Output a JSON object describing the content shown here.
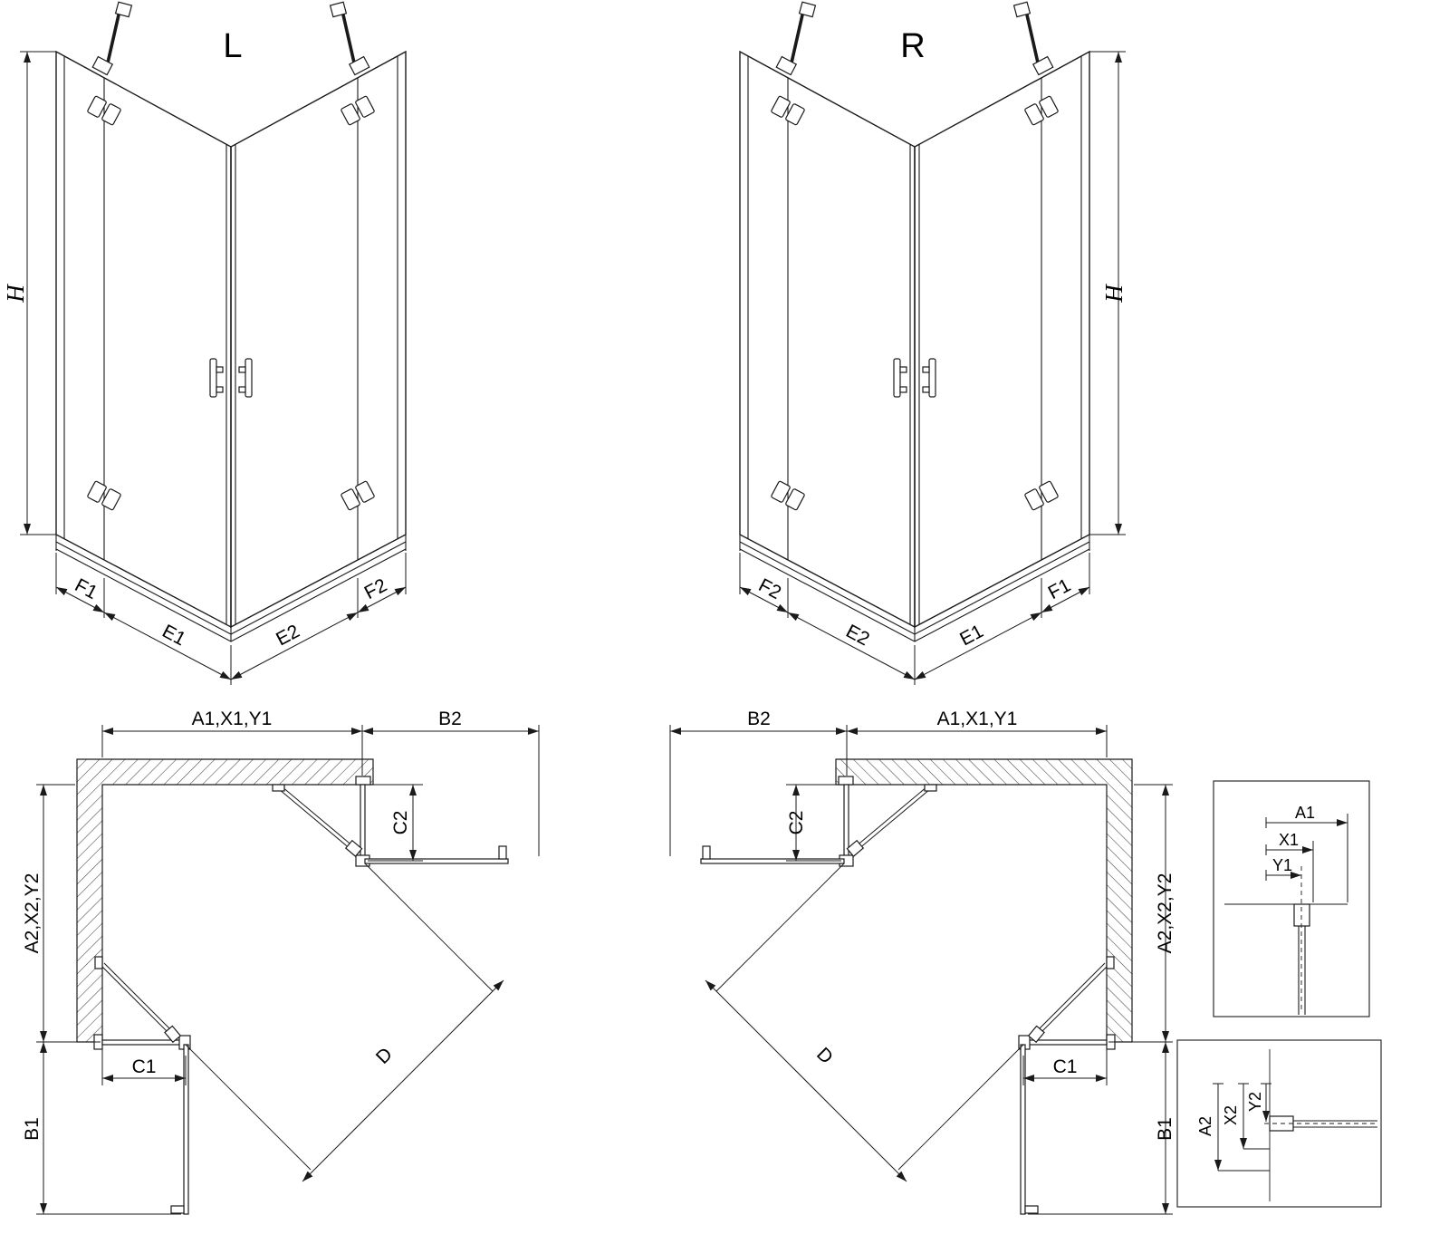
{
  "units": {
    "left": {
      "label": "L",
      "h": "H",
      "f1": "F1",
      "e1": "E1",
      "e2": "E2",
      "f2": "F2"
    },
    "right": {
      "label": "R",
      "h": "H",
      "f1": "F1",
      "e1": "E1",
      "e2": "E2",
      "f2": "F2"
    }
  },
  "plans": {
    "left": {
      "width_top": "A1,X1,Y1",
      "door_top": "B2",
      "fixed_top": "C2",
      "depth_side": "A2,X2,Y2",
      "fixed_side": "C1",
      "door_side": "B1",
      "diagonal": "D"
    },
    "right": {
      "width_top": "A1,X1,Y1",
      "door_top": "B2",
      "fixed_top": "C2",
      "depth_side": "A2,X2,Y2",
      "fixed_side": "C1",
      "door_side": "B1",
      "diagonal": "D"
    }
  },
  "details": {
    "horizontal": {
      "a1": "A1",
      "x1": "X1",
      "y1": "Y1"
    },
    "vertical": {
      "a2": "A2",
      "x2": "X2",
      "y2": "Y2"
    }
  }
}
